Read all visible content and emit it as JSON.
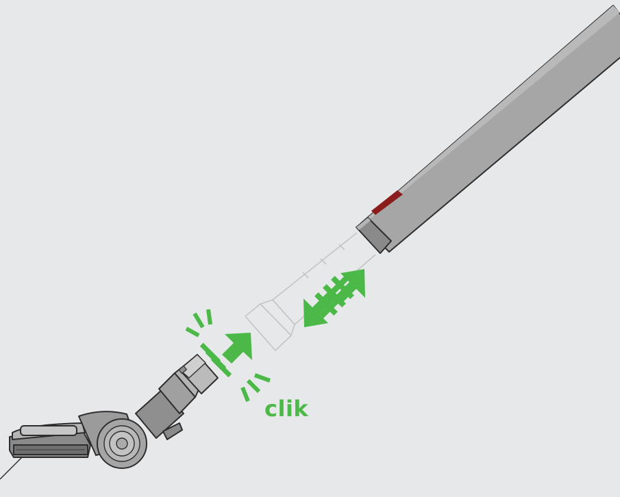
{
  "illustration": {
    "caption": "clik",
    "colors": {
      "background": "#e7e8ea",
      "accent": "#4bb848",
      "wand": "#a6a6a6",
      "wand_dark": "#7c7c7c",
      "outline": "#2d2d2d",
      "latch": "#8b1c1c",
      "ghost_outline": "#c4c4c4"
    },
    "icons": [
      "wand-tube",
      "release-latch-icon",
      "cleaner-head",
      "ghost-outline",
      "double-arrow-icon",
      "insert-arrow-icon",
      "click-burst-icon"
    ]
  }
}
